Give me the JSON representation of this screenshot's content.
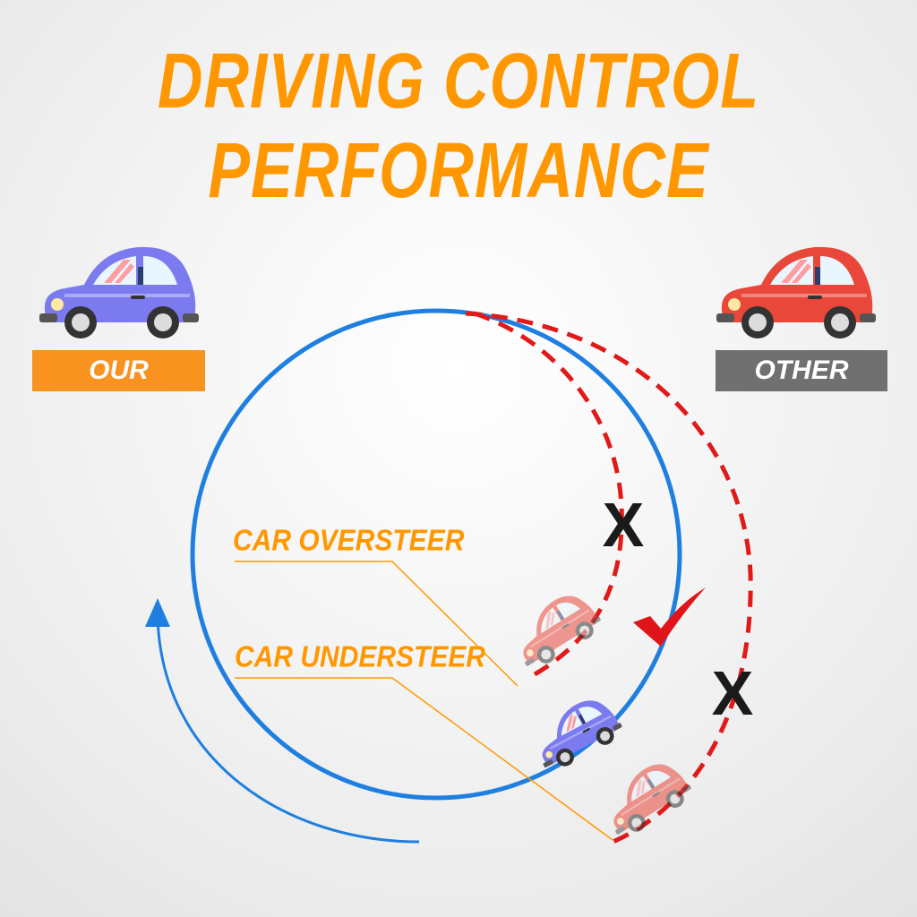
{
  "title": "DRIVING CONTROL PERFORMANCE",
  "labels": {
    "our": "OUR",
    "other": "OTHER",
    "oversteer": "CAR OVERSTEER",
    "understeer": "CAR UNDERSTEER"
  },
  "marks": {
    "cross": "X"
  },
  "icons": {
    "our_car": "blue-car-icon",
    "other_car": "red-car-icon",
    "check": "check-mark-icon",
    "arrow": "direction-arrow-icon"
  },
  "colors": {
    "accent": "#ff9800",
    "our_label": "#f7931e",
    "other_label": "#707070",
    "track": "#1e7fe0",
    "bad_path": "#e01a1a",
    "our_car": "#7b7bef",
    "other_car": "#e8473a"
  }
}
